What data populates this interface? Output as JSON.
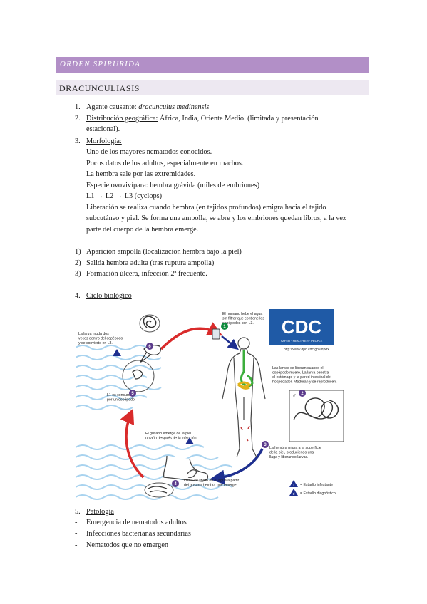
{
  "section": {
    "title": "ORDEN SPIRURIDA"
  },
  "subsection": {
    "title": "DRACUNCULIASIS"
  },
  "list1": [
    {
      "num": "1.",
      "label": "Agente causante:",
      "value": "dracunculus medinensis"
    },
    {
      "num": "2.",
      "label": "Distribución geográfica:",
      "value": "África, India, Oriente Medio. (limitada y presentación",
      "cont": "estacional)."
    },
    {
      "num": "3.",
      "label": "Morfología:"
    }
  ],
  "morfologia": [
    "Uno de los mayores nematodos conocidos.",
    "Pocos datos de los adultos, especialmente en machos.",
    "La hembra sale por las extremidades.",
    "Especie ovovivípara: hembra grávida (miles de embriones)",
    "L1 → L2 → L3 (cyclops)",
    "Liberación se realiza cuando hembra (en tejidos profundos) emigra hacia el tejido",
    "subcutáneo y piel. Se forma una ampolla, se abre y los embriones quedan libros, a la vez",
    "parte del cuerpo de la hembra emerge."
  ],
  "list2": [
    {
      "num": "1)",
      "text": "Aparición ampolla (localización hembra bajo la piel)"
    },
    {
      "num": "2)",
      "text": "Salida hembra adulta (tras ruptura ampolla)"
    },
    {
      "num": "3)",
      "text": "Formación úlcera, infección 2ª frecuente."
    }
  ],
  "ciclo": {
    "num": "4.",
    "label": "Ciclo biológico"
  },
  "figure": {
    "cdc_logo": "CDC",
    "cdc_tagline": "SAFER · HEALTHIER · PEOPLE",
    "cdc_url": "http://www.dpd.cdc.gov/dpdx",
    "step1": [
      "El humano bebe el agua",
      "sin filtrar que contiene los",
      "copépodos con L3."
    ],
    "step2": [
      "Las larvas se liberan cuando el",
      "copépodo muere. La larva penetra",
      "el estómago y la pared intestinal del",
      "hospedador. Maduran y se reproducen."
    ],
    "step3": [
      "La hembra migra a la superficie",
      "de la piel, produciendo una",
      "llaga y liberando larvas."
    ],
    "step4": [
      "La L1 se libera en el agua a partir",
      "del gusano hembra que emerge."
    ],
    "step5": [
      "L1 es consumida",
      "por un copépodo."
    ],
    "step6": [
      "La larva muda dos",
      "veces dentro del copépodo",
      "y se convierte en L3."
    ],
    "worm": [
      "El gusano emerge de la piel",
      "un año después de la infección."
    ],
    "legend_i": "= Estadío infestante",
    "legend_d": "= Estadío diagnóstico",
    "n1": "1",
    "n2": "2",
    "n3": "3",
    "n4": "4",
    "n5": "5",
    "n6": "6",
    "li": "i",
    "ld": "d"
  },
  "patologia": {
    "num": "5.",
    "label": "Patología"
  },
  "list3": [
    "Emergencia de nematodos adultos",
    "Infecciones bacterianas secundarias",
    "Nematodos que no emergen"
  ],
  "bullet": "-"
}
